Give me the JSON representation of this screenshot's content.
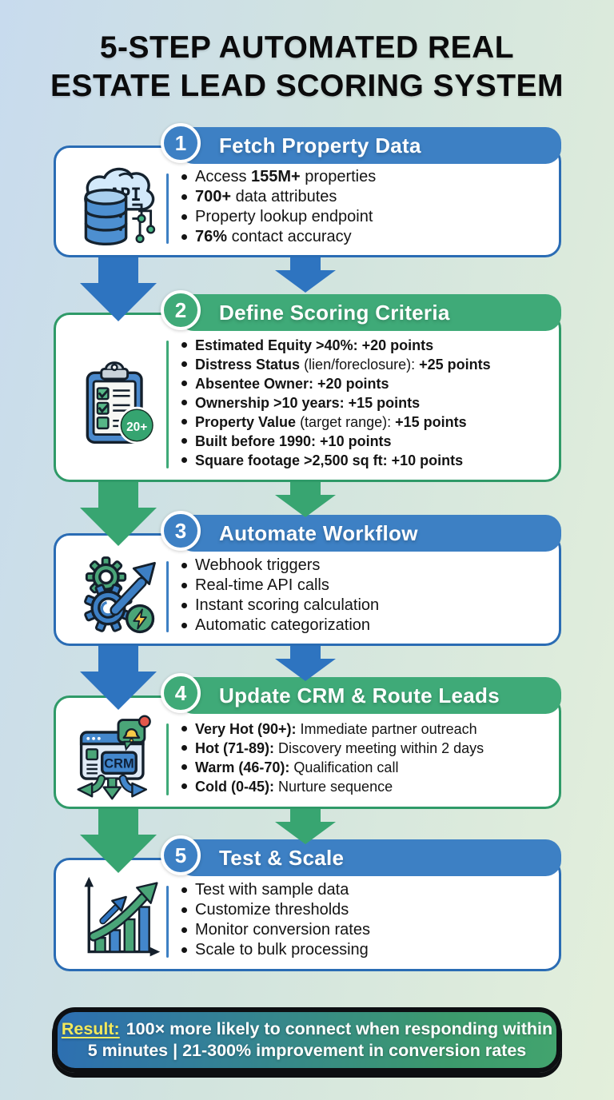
{
  "title_lines": [
    "5-STEP AUTOMATED REAL",
    "ESTATE LEAD SCORING SYSTEM"
  ],
  "colors": {
    "step_blue": "#3d80c4",
    "step_blue_border": "#2a6cb4",
    "step_green": "#3faa78",
    "step_green_border": "#2f9a68",
    "arrow_blue": "#2e74c0",
    "arrow_green": "#38a571",
    "background_left": "#c8dbee",
    "background_right": "#e3efdb",
    "result_gradient_left": "#2d6fb2",
    "result_gradient_right": "#42a46e",
    "result_label_yellow": "#f2e95c",
    "bullet_text": "#141414"
  },
  "steps": [
    {
      "number": "1",
      "title": "Fetch Property Data",
      "theme": "blue",
      "icon": "api-cloud-database-icon",
      "icon_label": "API",
      "bullets": [
        [
          {
            "t": "Access ",
            "b": false
          },
          {
            "t": "155M+",
            "b": true
          },
          {
            "t": " properties",
            "b": false
          }
        ],
        [
          {
            "t": "700+",
            "b": true
          },
          {
            "t": " data attributes",
            "b": false
          }
        ],
        [
          {
            "t": "Property lookup endpoint",
            "b": false
          }
        ],
        [
          {
            "t": "76%",
            "b": true
          },
          {
            "t": " contact accuracy",
            "b": false
          }
        ]
      ]
    },
    {
      "number": "2",
      "title": "Define Scoring Criteria",
      "theme": "green",
      "icon": "scoring-checklist-icon",
      "icon_badge": "20+",
      "bullets": [
        [
          {
            "t": "Estimated Equity >40%: +20 points",
            "b": true
          }
        ],
        [
          {
            "t": "Distress Status ",
            "b": true
          },
          {
            "t": "(lien/foreclosure):",
            "b": false
          },
          {
            "t": " +25 points",
            "b": true
          }
        ],
        [
          {
            "t": "Absentee Owner: +20 points",
            "b": true
          }
        ],
        [
          {
            "t": "Ownership >10 years: +15 points",
            "b": true
          }
        ],
        [
          {
            "t": "Property Value ",
            "b": true
          },
          {
            "t": "(target range):",
            "b": false
          },
          {
            "t": " +15 points",
            "b": true
          }
        ],
        [
          {
            "t": "Built before 1990: +10 points",
            "b": true
          }
        ],
        [
          {
            "t": "Square footage >2,500 sq ft: +10 points",
            "b": true
          }
        ]
      ]
    },
    {
      "number": "3",
      "title": "Automate Workflow",
      "theme": "blue",
      "icon": "automation-gears-icon",
      "bullets": [
        [
          {
            "t": "Webhook triggers",
            "b": false
          }
        ],
        [
          {
            "t": "Real-time API calls",
            "b": false
          }
        ],
        [
          {
            "t": "Instant scoring calculation",
            "b": false
          }
        ],
        [
          {
            "t": "Automatic categorization",
            "b": false
          }
        ]
      ]
    },
    {
      "number": "4",
      "title": "Update CRM & Route Leads",
      "theme": "green",
      "icon": "crm-routing-icon",
      "icon_label": "CRM",
      "bullets": [
        [
          {
            "t": "Very Hot (90+):",
            "b": true
          },
          {
            "t": " Immediate partner outreach",
            "b": false
          }
        ],
        [
          {
            "t": "Hot (71-89):",
            "b": true
          },
          {
            "t": " Discovery meeting within 2 days",
            "b": false
          }
        ],
        [
          {
            "t": "Warm (46-70):",
            "b": true
          },
          {
            "t": " Qualification call",
            "b": false
          }
        ],
        [
          {
            "t": "Cold (0-45):",
            "b": true
          },
          {
            "t": " Nurture sequence",
            "b": false
          }
        ]
      ]
    },
    {
      "number": "5",
      "title": "Test & Scale",
      "theme": "blue",
      "icon": "growth-chart-icon",
      "bullets": [
        [
          {
            "t": "Test with sample data",
            "b": false
          }
        ],
        [
          {
            "t": "Customize thresholds",
            "b": false
          }
        ],
        [
          {
            "t": "Monitor conversion rates",
            "b": false
          }
        ],
        [
          {
            "t": "Scale to bulk processing",
            "b": false
          }
        ]
      ]
    }
  ],
  "result": {
    "label": "Result:",
    "line1": "100× more likely to connect when responding within",
    "line2": "5 minutes | 21-300% improvement in conversion rates"
  }
}
